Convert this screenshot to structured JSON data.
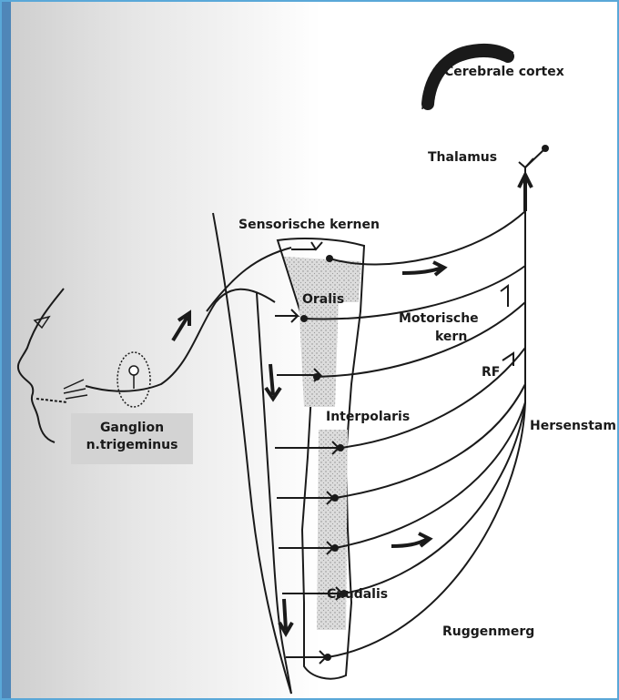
{
  "labels": {
    "cortex": "Cerebrale cortex",
    "thalamus": "Thalamus",
    "sensory_nuclei": "Sensorische kernen",
    "oralis": "Oralis",
    "motor_nucleus_line1": "Motorische",
    "motor_nucleus_line2": "kern",
    "rf": "RF",
    "interpolaris": "Interpolaris",
    "brainstem": "Hersenstam",
    "caudalis": "Caudalis",
    "spinal_cord": "Ruggenmerg",
    "ganglion_line1": "Ganglion",
    "ganglion_line2": "n.trigeminus"
  },
  "colors": {
    "ink": "#1a1a1a",
    "frame": "#5aa8d8",
    "left_strip": "#4f86b8",
    "label_box": "#d3d3d3",
    "nucleus_shading": "#c9c9c9"
  }
}
